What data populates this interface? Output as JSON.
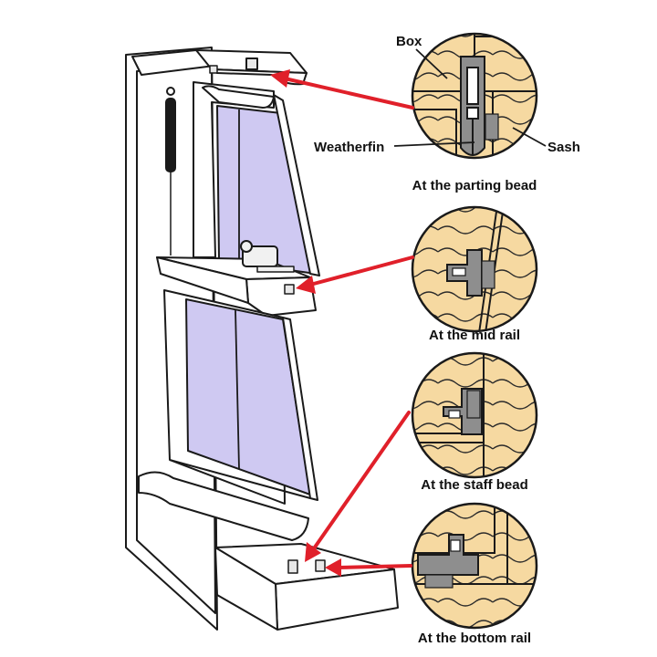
{
  "labels": {
    "box": "Box",
    "weatherfin": "Weatherfin",
    "sash": "Sash"
  },
  "details": [
    {
      "caption": "At the parting bead"
    },
    {
      "caption": "At the mid rail"
    },
    {
      "caption": "At the staff bead"
    },
    {
      "caption": "At the bottom rail"
    }
  ],
  "colors": {
    "outline": "#1a1a1a",
    "arrow": "#e0202a",
    "wood": "#f6d9a1",
    "glass": "#cfc9f2",
    "seal": "#8e8e8e",
    "frame": "#ffffff"
  }
}
